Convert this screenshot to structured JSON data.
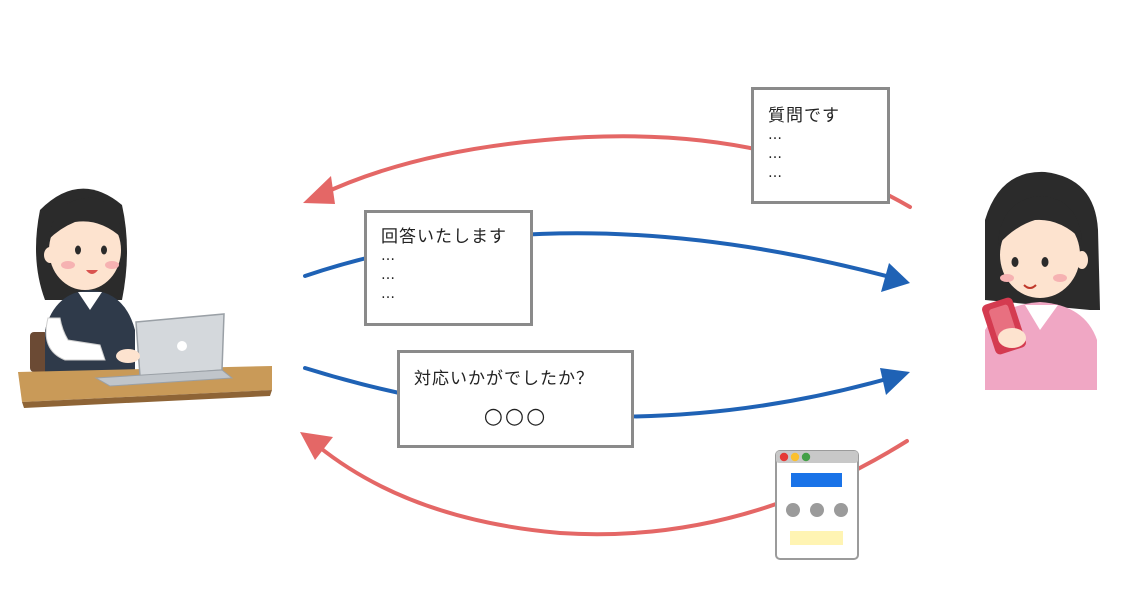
{
  "messages": {
    "question": {
      "title": "質問です",
      "lines": [
        "…",
        "…",
        "…"
      ]
    },
    "answer": {
      "title": "回答いたします",
      "lines": [
        "…",
        "…",
        "…"
      ]
    },
    "survey": {
      "title": "対応いかがでしたか？",
      "options": "○○○"
    }
  },
  "colors": {
    "request_arrow": "#e46766",
    "response_arrow": "#1f62b5",
    "box_border": "#8a8a8a",
    "skin": "#fde3cf",
    "hair": "#2b2b2b",
    "vest": "#2f3a4a",
    "desk": "#c99a58",
    "laptop": "#d4d8dc",
    "cardigan": "#f0a7c4",
    "phone": "#d43b50",
    "form_blue": "#1a73e8",
    "form_dots": "#9b9b9b",
    "form_yellow": "#fff4b3"
  },
  "actors": {
    "operator": "operator-at-laptop-icon",
    "customer": "customer-with-smartphone-icon",
    "form": "survey-form-window-icon"
  }
}
